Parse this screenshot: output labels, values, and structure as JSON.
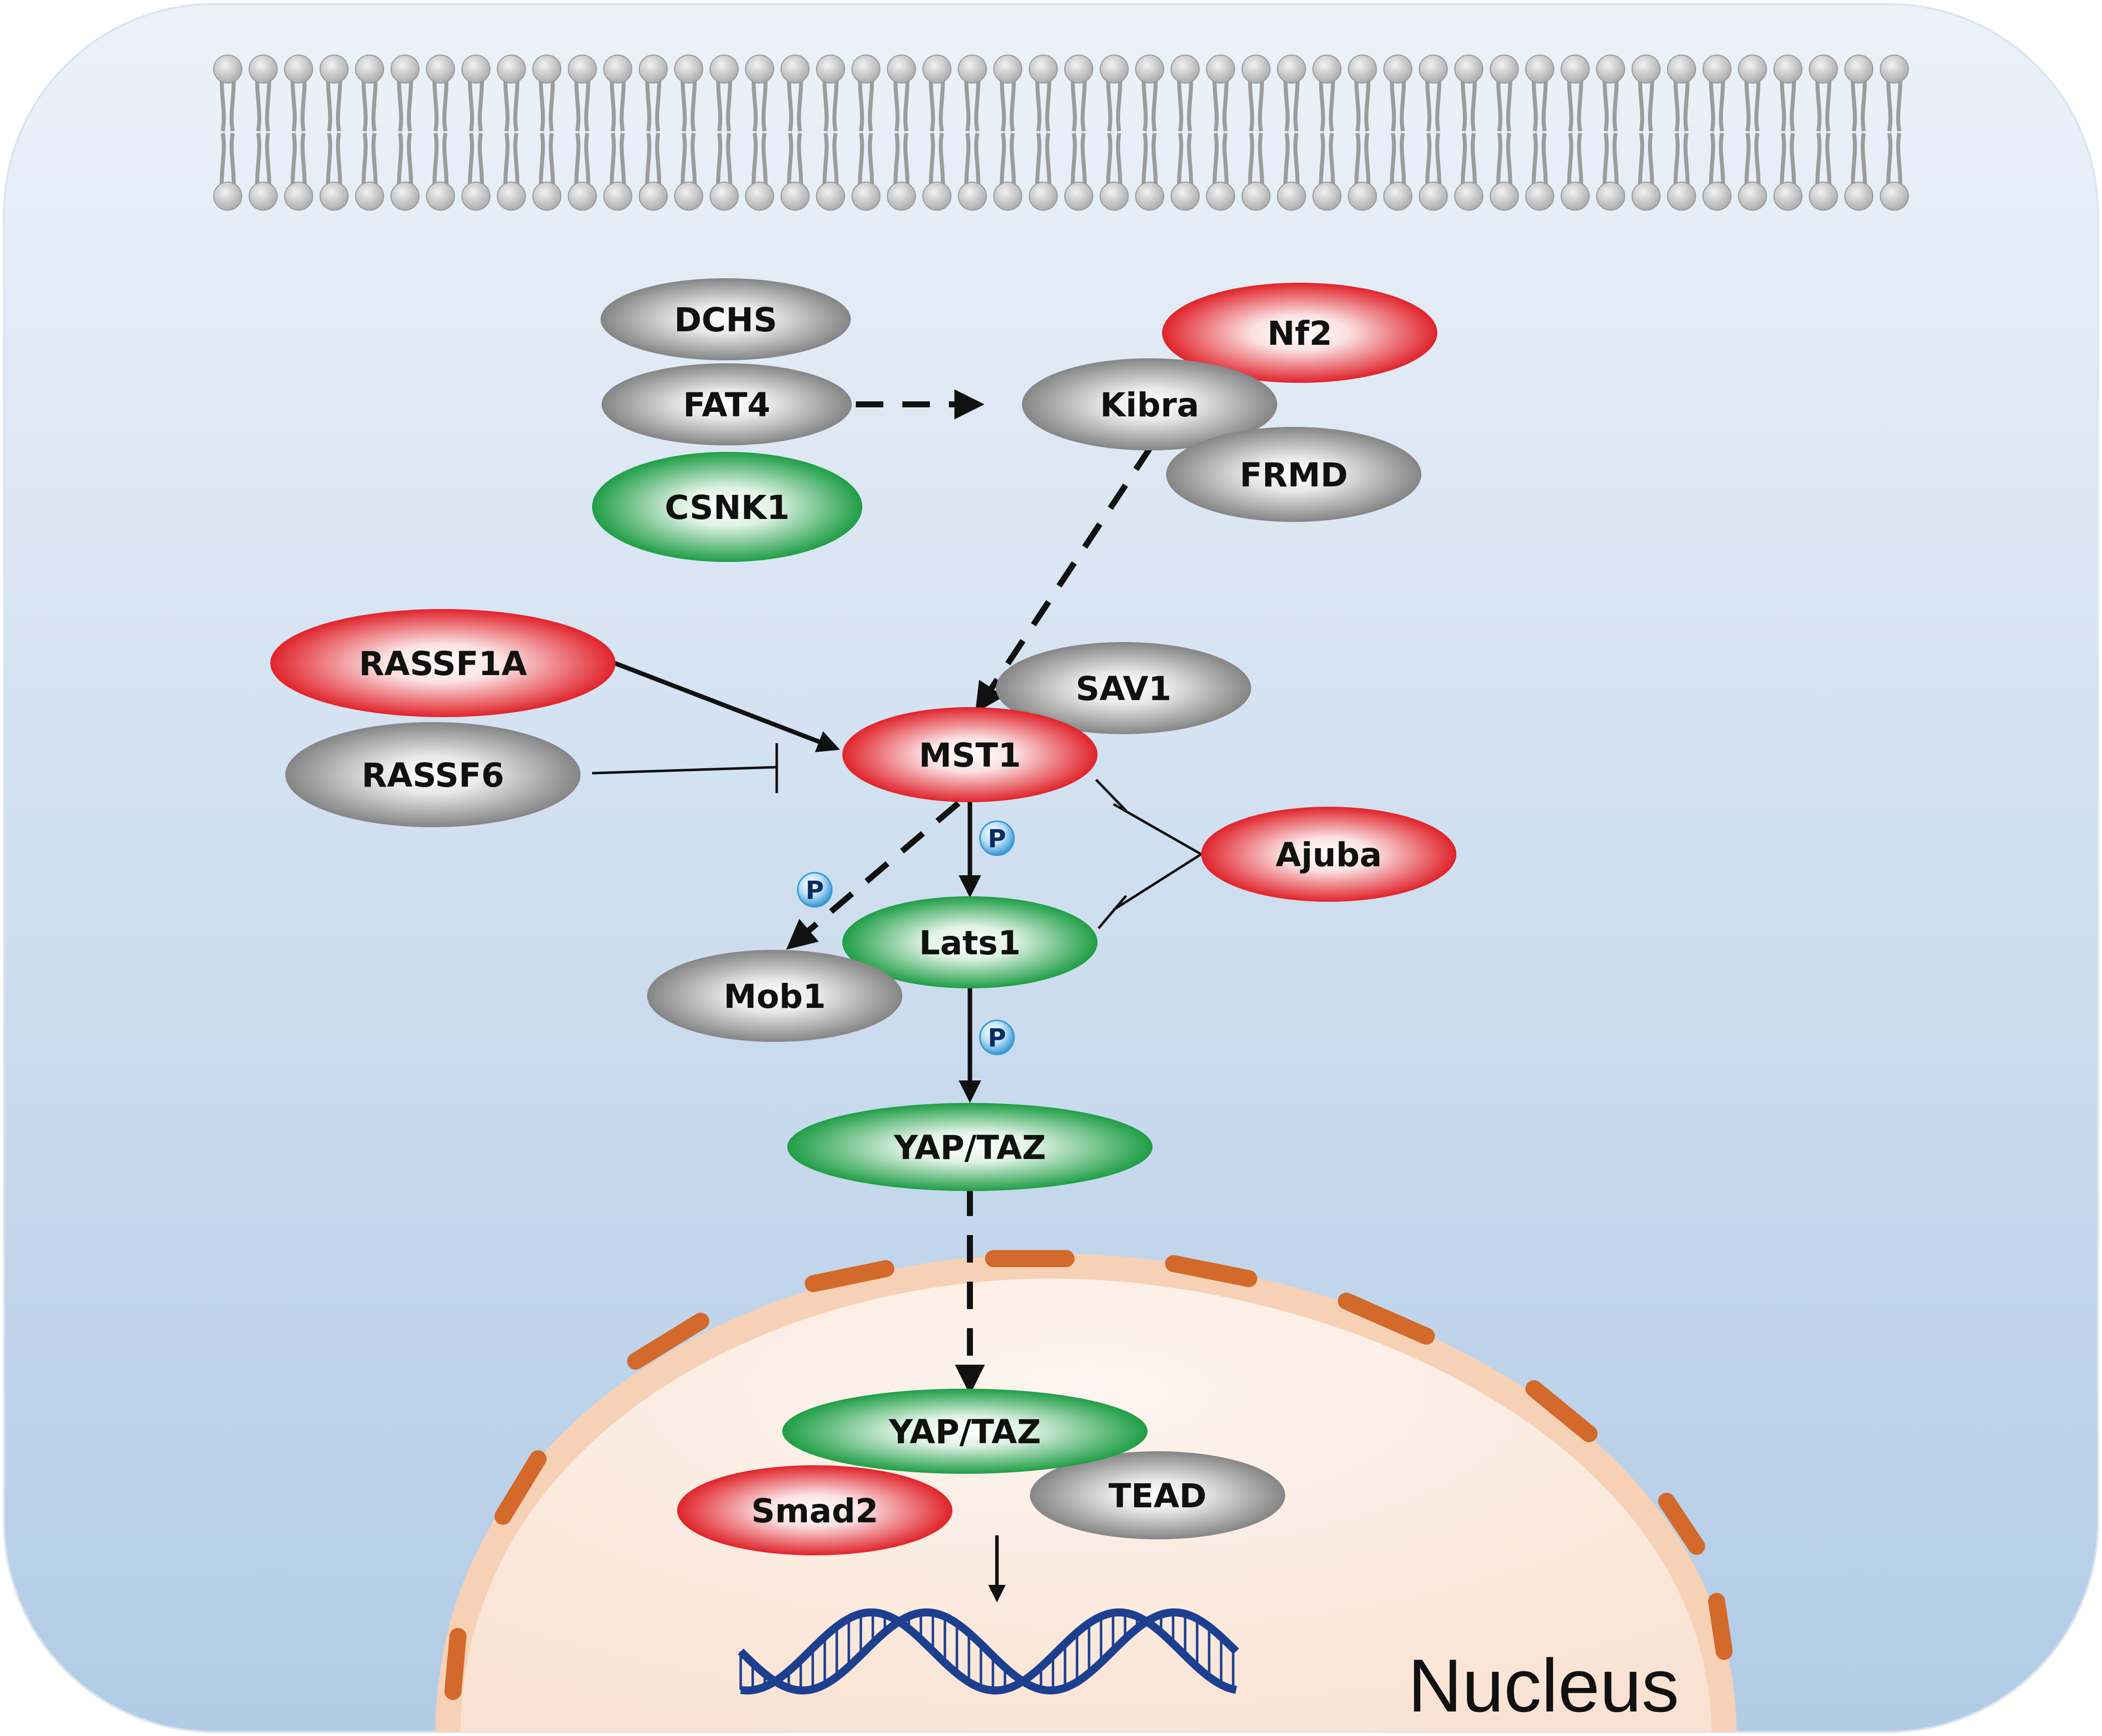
{
  "diagram": {
    "nodes": [
      {
        "id": "dchs",
        "label": "DCHS",
        "color": "gray"
      },
      {
        "id": "fat4",
        "label": "FAT4",
        "color": "gray"
      },
      {
        "id": "csnk1",
        "label": "CSNK1",
        "color": "green"
      },
      {
        "id": "nf2",
        "label": "Nf2",
        "color": "red"
      },
      {
        "id": "kibra",
        "label": "Kibra",
        "color": "gray"
      },
      {
        "id": "frmd",
        "label": "FRMD",
        "color": "gray"
      },
      {
        "id": "rassf1a",
        "label": "RASSF1A",
        "color": "red"
      },
      {
        "id": "rassf6",
        "label": "RASSF6",
        "color": "gray"
      },
      {
        "id": "sav1",
        "label": "SAV1",
        "color": "gray"
      },
      {
        "id": "mst1",
        "label": "MST1",
        "color": "red"
      },
      {
        "id": "ajuba",
        "label": "Ajuba",
        "color": "red"
      },
      {
        "id": "lats1",
        "label": "Lats1",
        "color": "green"
      },
      {
        "id": "mob1",
        "label": "Mob1",
        "color": "gray"
      },
      {
        "id": "yaptaz",
        "label": "YAP/TAZ",
        "color": "green"
      },
      {
        "id": "yaptaz_n",
        "label": "YAP/TAZ",
        "color": "green"
      },
      {
        "id": "smad2",
        "label": "Smad2",
        "color": "red"
      },
      {
        "id": "tead",
        "label": "TEAD",
        "color": "gray"
      }
    ],
    "edges": [
      {
        "from": "fat4",
        "to": "kibra",
        "type": "dashed-arrow"
      },
      {
        "from": "kibra",
        "to": "mst1",
        "type": "dashed-arrow"
      },
      {
        "from": "rassf1a",
        "to": "mst1",
        "type": "arrow"
      },
      {
        "from": "rassf6",
        "to": "mst1",
        "type": "inhibition"
      },
      {
        "from": "ajuba",
        "to": "mst1",
        "type": "inhibition"
      },
      {
        "from": "ajuba",
        "to": "lats1",
        "type": "inhibition"
      },
      {
        "from": "mst1",
        "to": "lats1",
        "type": "arrow",
        "phospho": true
      },
      {
        "from": "mst1",
        "to": "mob1",
        "type": "dashed-arrow",
        "phospho": true
      },
      {
        "from": "lats1",
        "to": "yaptaz",
        "type": "arrow",
        "phospho": true
      },
      {
        "from": "yaptaz",
        "to": "yaptaz_n",
        "type": "dashed-arrow"
      },
      {
        "from": "yaptaz_n",
        "to": "dna",
        "type": "arrow"
      }
    ],
    "phospho_label": "P",
    "nucleus_label": "Nucleus",
    "colors": {
      "red": "#e0232b",
      "green": "#1f9e46",
      "gray": "#8c8c8c",
      "cytoplasm_top": "#e9eff8",
      "cytoplasm_bottom": "#b3cde7",
      "nuclear_envelope": "#d9742f",
      "dna": "#1d3f8f"
    }
  }
}
